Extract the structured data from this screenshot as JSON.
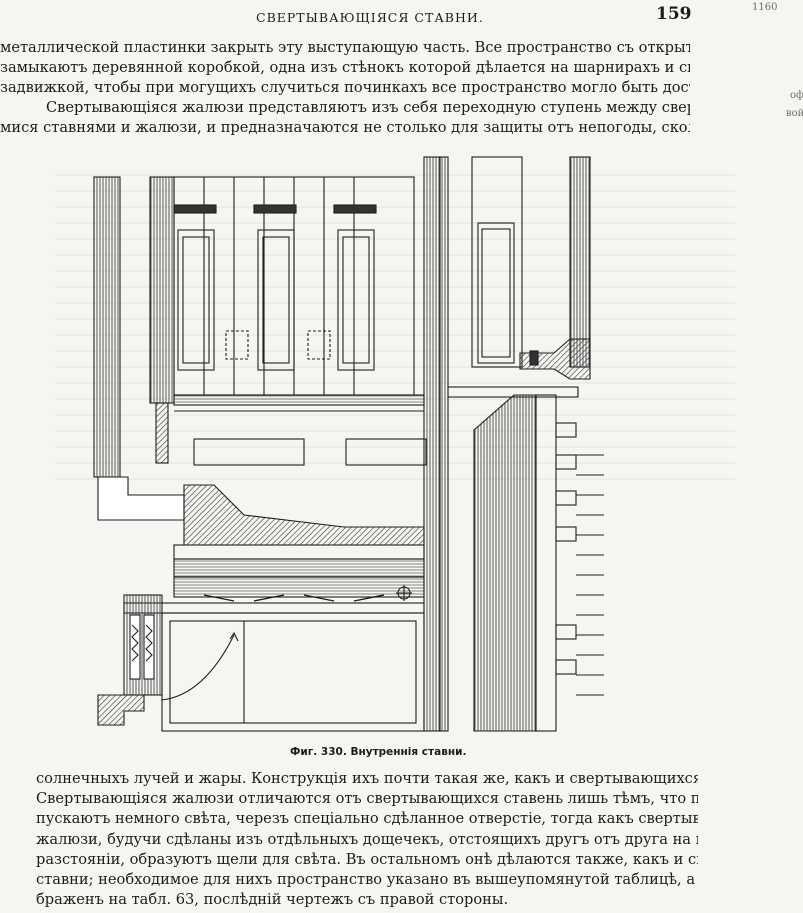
{
  "header": {
    "title": "СВЕРТЫВАЮЩІЯСЯ СТАВНИ.",
    "page_number": "159"
  },
  "margin_marks": [
    "1160",
    "оф",
    "вой"
  ],
  "top_lines": [
    "металлической пластинки закрыть эту выступающую часть. Все пространство съ открытой стороны",
    "замыкаютъ деревянной коробкой, одна изъ стѣнокъ которой дѣлается на шарнирахъ и снабжается",
    "задвижкой, чтобы при могущихъ случиться починкахъ все пространство могло быть доступно рабочему.",
    "Свертывающіяся жалюзи представляютъ изъ себя переходную ступень между свертывающи-",
    "мися ставнями и жалюзи, и предназначаются не столько для защиты отъ непогоды, сколько отъ"
  ],
  "figure": {
    "caption": "Фиг. 330. Внутреннія ставни."
  },
  "bottom_lines": [
    "солнечныхъ лучей и жары. Конструкція ихъ почти такая же, какъ и свертывающихся ставень.",
    "Свертывающіяся жалюзи отличаются отъ свертывающихся ставень лишь тѣмъ, что послѣднія про-",
    "пускаютъ немного свѣта, черезъ спеціально сдѣланное отверстіе, тогда какъ свертывающіяся",
    "жалюзи, будучи сдѣланы изъ отдѣльныхъ дощечекъ, отстоящихъ другъ отъ друга на нѣкоторомъ",
    "разстояніи, образуютъ щели для свѣта. Въ остальномъ онѣ дѣлаются также, какъ и свертывающіяся",
    "ставни; необходимое для нихъ пространство указано въ вышеупомянутой таблицѣ, а профиль изо-",
    "браженъ на табл. 63, послѣдній чертежъ съ правой стороны."
  ]
}
